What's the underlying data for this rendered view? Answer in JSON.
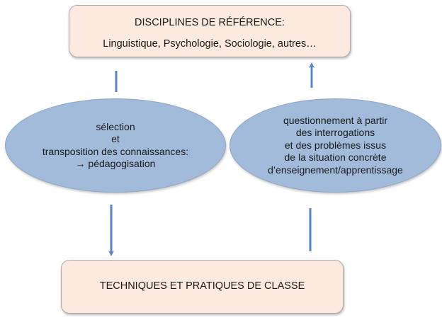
{
  "diagram": {
    "top_box": {
      "title": "DISCIPLINES DE RÉFÉRENCE:",
      "subtitle": "Linguistique, Psychologie, Sociologie, autres…"
    },
    "left_ellipse": {
      "lines": [
        "sélection",
        "et",
        "transposition des connaissances:",
        "→ pédagogisation"
      ]
    },
    "right_ellipse": {
      "lines": [
        "questionnement à partir",
        "des interrogations",
        "et des problèmes issus",
        "de la situation concrète",
        "d’enseignement/apprentissage"
      ]
    },
    "bottom_box": {
      "title": "TECHNIQUES ET PRATIQUES DE CLASSE"
    },
    "connectors": [
      {
        "from": "top_box",
        "to": "left_ellipse",
        "type": "line"
      },
      {
        "from": "left_ellipse",
        "to": "bottom_box",
        "type": "arrow-down"
      },
      {
        "from": "bottom_box",
        "to": "right_ellipse",
        "type": "line"
      },
      {
        "from": "right_ellipse",
        "to": "top_box",
        "type": "arrow-up"
      }
    ],
    "colors": {
      "box_fill": "#fdeadf",
      "box_border": "#a9a9ad",
      "ellipse_fill": "#a3bbdb",
      "ellipse_border": "#8ea5c4",
      "arrow": "#5b86bd"
    }
  }
}
